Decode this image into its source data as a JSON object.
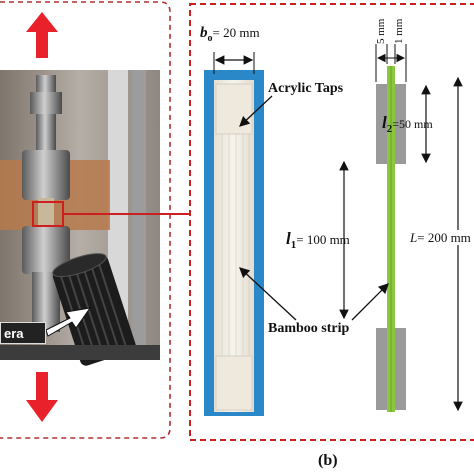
{
  "panel_b": {
    "b0_symbol": "b",
    "b0_subscript": "o",
    "b0_value": "= 20 mm",
    "acrylic_label": "Acrylic Taps",
    "width_5": "5 mm",
    "width_1": "1 mm",
    "l2_symbol": "l",
    "l2_subscript": "2",
    "l2_value": "=50 mm",
    "l1_symbol": "l",
    "l1_subscript": "1",
    "l1_value": "= 100 mm",
    "L_symbol": "L",
    "L_value": "= 200 mm",
    "bamboo_label": "Bamboo strip",
    "caption": "(b)"
  },
  "panel_a": {
    "camera_label": "era"
  },
  "colors": {
    "dashed_frame": "#b03030",
    "arrow_red": "#e8212b",
    "strip_blue": "#2a88c8",
    "bamboo_green": "#8cc63f",
    "tab_gray": "#9a9a9a",
    "callout_red": "#cc1f1f"
  }
}
